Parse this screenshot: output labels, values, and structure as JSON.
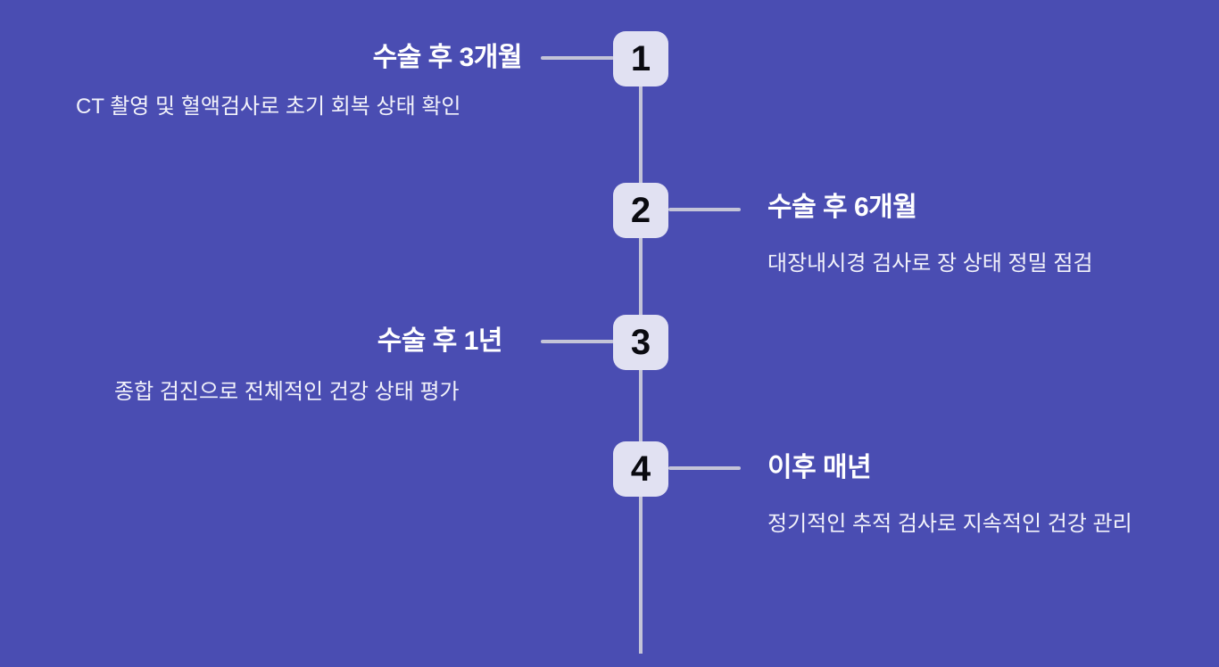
{
  "colors": {
    "background": "#4A4DB2",
    "timeline_line": "#C4C4D8",
    "step_box_fill": "#E1E1F2",
    "step_number_text": "#0A0A10",
    "title_text": "#FFFFFF",
    "description_text": "#F2F2FA"
  },
  "timeline": {
    "steps": [
      {
        "number": "1",
        "side": "left",
        "title": "수술 후 3개월",
        "description": "CT 촬영 및 혈액검사로 초기 회복 상태 확인"
      },
      {
        "number": "2",
        "side": "right",
        "title": "수술 후 6개월",
        "description": "대장내시경 검사로 장 상태 정밀 점검"
      },
      {
        "number": "3",
        "side": "left",
        "title": "수술 후 1년",
        "description": "종합 검진으로 전체적인 건강 상태 평가"
      },
      {
        "number": "4",
        "side": "right",
        "title": "이후 매년",
        "description": "정기적인 추적 검사로 지속적인 건강 관리"
      }
    ]
  }
}
